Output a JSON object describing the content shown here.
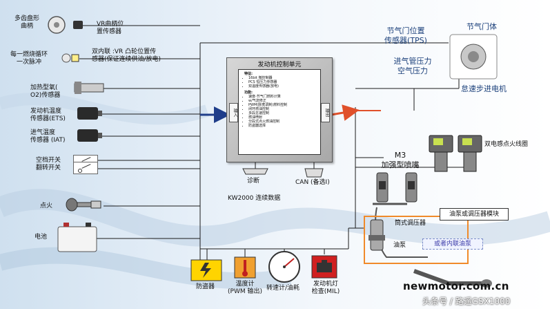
{
  "labels": {
    "crank_wheel": "多齿盘形\n曲柄",
    "vr_crank_sensor": "VR曲柄位\n置传感器",
    "per_cycle_pulse": "每一燃烧循环\n一次脉冲",
    "cam_sensor": "双内联 :VR 凸轮位置传\n感器(保证连续供油/放电)",
    "o2_sensor": "加热型氧(\nO2)传感器",
    "ets_sensor": "发动机温度\n传感器(ETS)",
    "iat_sensor": "进气温度\n传感器 (IAT)",
    "idle_switch": "空档开关",
    "tip_switch": "翻转开关",
    "ignition": "点火",
    "battery": "电池",
    "tps": "节气门位置\n传感器(TPS)",
    "throttle_body": "节气门体",
    "map_sensor": "进气管压力\n空气压力",
    "idle_stepper": "怠速步进电机",
    "m3_injector": "M3\n加强型喷嘴",
    "dual_coil": "双电感点火线圈",
    "diagnostic": "诊断",
    "can_bus": "CAN (备选I)",
    "kw2000": "KW2000 连续数据",
    "relay_module": "油泵或调压器模块",
    "tube_regulator": "筒式调压器",
    "fuel_pump": "油泵",
    "inline_pump": "或者内联油泵",
    "immobilizer": "防盗器",
    "temp_gauge": "温度计\n(PWM 输出)",
    "tach_gauge": "转速计/油耗",
    "mil_lamp": "发动机灯\n检查(MIL)"
  },
  "ecu": {
    "title": "发动机控制单元",
    "input_label": "输入",
    "output_label": "输出",
    "features_title": "特征:",
    "features": [
      "16bit 微控制器",
      "PCS 恒压力传感器",
      "双温度传感器(放电)"
    ],
    "functions_title": "功能:",
    "functions": [
      "速度-节气门燃料计算",
      "w/气流修正",
      "PWM(脉宽调制)燃料控制",
      "闭环燃油控制",
      "多段怠速控制",
      "燃油喷射",
      "分段式点火燃油控制",
      "防盗器选择"
    ]
  },
  "watermark": {
    "site": "newmotor.com.cn",
    "author": "头条号 / 路遥GSX1000"
  },
  "colors": {
    "input_arrow": "#1f3d8a",
    "output_arrow": "#e0502a",
    "pump_box": "#f08a2a",
    "line": "#1a1a1a"
  }
}
